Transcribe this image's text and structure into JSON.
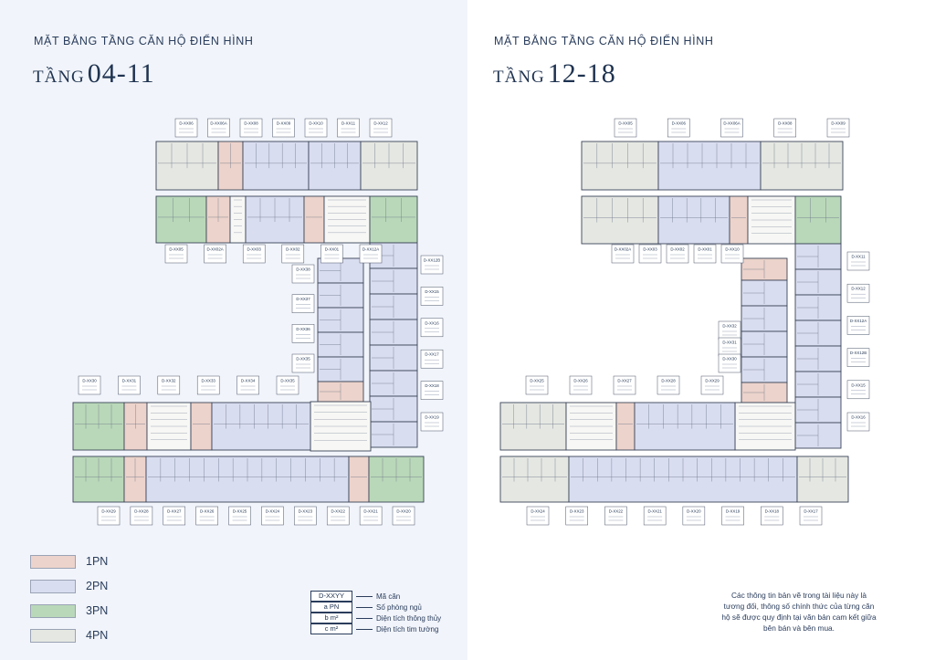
{
  "legend": [
    {
      "label": "1PN",
      "color": "#ecd3cb"
    },
    {
      "label": "2PN",
      "color": "#d9ddf0"
    },
    {
      "label": "3PN",
      "color": "#b9d8b9"
    },
    {
      "label": "4PN",
      "color": "#e5e7e2"
    }
  ],
  "key": [
    {
      "code": "D-XXYY",
      "desc": "Mã căn"
    },
    {
      "code": "a PN",
      "desc": "Số phòng ngủ"
    },
    {
      "code": "b m²",
      "desc": "Diện tích thông thủy"
    },
    {
      "code": "c m²",
      "desc": "Diện tích tim tường"
    }
  ],
  "note": "Các thông tin bản vẽ trong tài liệu này là tương đối, thông số chính thức của từng căn hộ sẽ được quy định tại văn bản cam kết giữa bên bán và bên mua.",
  "left": {
    "heading": "MẶT BẰNG TẦNG CĂN HỘ ĐIỂN HÌNH",
    "floor_word": "TẦNG",
    "floor_range": "04-11",
    "tags": {
      "top": [
        "D-XX06",
        "D-XX06A",
        "D-XX08",
        "D-XX09",
        "D-XX10",
        "D-XX11",
        "D-XX12"
      ],
      "upper": [
        "D-XX05",
        "D-XX02A",
        "D-XX03",
        "D-XX02",
        "D-XX01",
        "D-XX12A"
      ],
      "right": [
        "D-XX12B",
        "D-XX15",
        "D-XX16",
        "D-XX17",
        "D-XX18",
        "D-XX19"
      ],
      "inner": [
        "D-XX38",
        "D-XX37",
        "D-XX36",
        "D-XX35"
      ],
      "mid": [
        "D-XX30",
        "D-XX31",
        "D-XX32",
        "D-XX33",
        "D-XX34",
        "D-XX35"
      ],
      "bottom": [
        "D-XX29",
        "D-XX28",
        "D-XX27",
        "D-XX26",
        "D-XX25",
        "D-XX24",
        "D-XX23",
        "D-XX22",
        "D-XX21",
        "D-XX20"
      ]
    }
  },
  "right": {
    "heading": "MẶT BẰNG TẦNG CĂN HỘ ĐIỂN HÌNH",
    "floor_word": "TẦNG",
    "floor_range": "12-18",
    "tags": {
      "top": [
        "D-XX05",
        "D-XX06",
        "D-XX06A",
        "D-XX08",
        "D-XX09"
      ],
      "upper": [
        "D-XX02A",
        "D-XX03",
        "D-XX02",
        "D-XX01",
        "D-XX10"
      ],
      "right": [
        "D-XX11",
        "D-XX12",
        "D-XX12A",
        "D-XX12B",
        "D-XX15",
        "D-XX16"
      ],
      "inner": [
        "D-XX32",
        "D-XX31",
        "D-XX30"
      ],
      "mid": [
        "D-XX25",
        "D-XX26",
        "D-XX27",
        "D-XX28",
        "D-XX29"
      ],
      "bottom": [
        "D-XX24",
        "D-XX23",
        "D-XX22",
        "D-XX21",
        "D-XX20",
        "D-XX19",
        "D-XX18",
        "D-XX17"
      ]
    }
  }
}
